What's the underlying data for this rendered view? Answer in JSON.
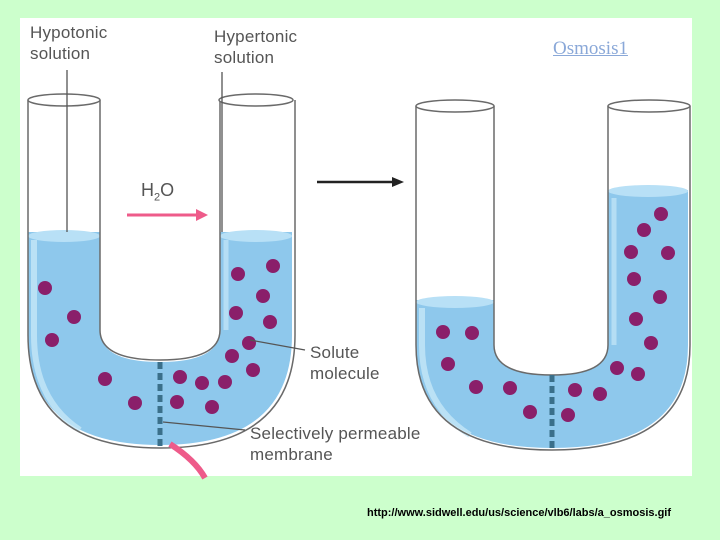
{
  "slide": {
    "title": "Osmosis1",
    "source_url": "http://www.sidwell.edu/us/science/vlb6/labs/a_osmosis.gif"
  },
  "diagram": {
    "labels": {
      "hypotonic_line1": "Hypotonic",
      "hypotonic_line2": "solution",
      "hypertonic_line1": "Hypertonic",
      "hypertonic_line2": "solution",
      "water_main": "H",
      "water_sub": "2",
      "water_tail": "O",
      "solute_line1": "Solute",
      "solute_line2": "molecule",
      "membrane_line1": "Selectively permeable",
      "membrane_line2": "membrane"
    },
    "colors": {
      "water": "#8ec8ec",
      "water_light": "#b8e0f6",
      "solute": "#8a1f6a",
      "membrane": "#3a6f8a",
      "arrow": "#ee5b8a",
      "glass": "#6a6a6a"
    }
  }
}
